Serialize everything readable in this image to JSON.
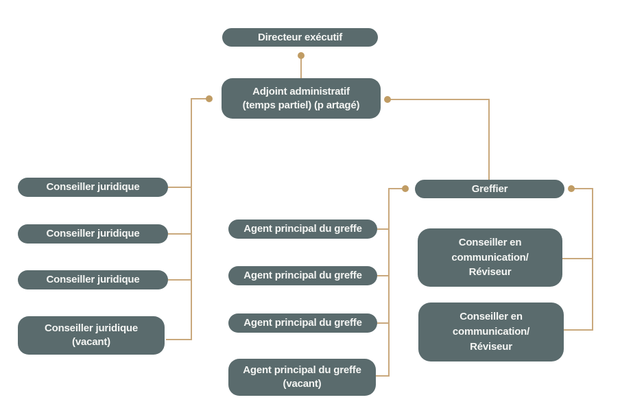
{
  "diagram": {
    "type": "org-chart",
    "background_color": "#ffffff",
    "node_fill_color": "#5a6b6d",
    "node_text_color": "#f4f5f3",
    "connector_line_color": "#c9a87c",
    "connector_dot_color": "#c09c64",
    "nodes": {
      "directeur_executif": "Directeur exécutif",
      "adjoint_administratif": "Adjoint administratif\n(temps partiel) (p artagé)",
      "conseiller_juridique_1": "Conseiller juridique",
      "conseiller_juridique_2": "Conseiller juridique",
      "conseiller_juridique_3": "Conseiller juridique",
      "conseiller_juridique_4": "Conseiller juridique\n(vacant)",
      "agent_principal_greffe_1": "Agent principal du greffe",
      "agent_principal_greffe_2": "Agent principal du greffe",
      "agent_principal_greffe_3": "Agent principal du greffe",
      "agent_principal_greffe_4": "Agent principal du greffe\n(vacant)",
      "greffier": "Greffier",
      "conseiller_communication_1": "Conseiller en\ncommunication/\nRéviseur",
      "conseiller_communication_2": "Conseiller en\ncommunication/\nRéviseur"
    }
  }
}
